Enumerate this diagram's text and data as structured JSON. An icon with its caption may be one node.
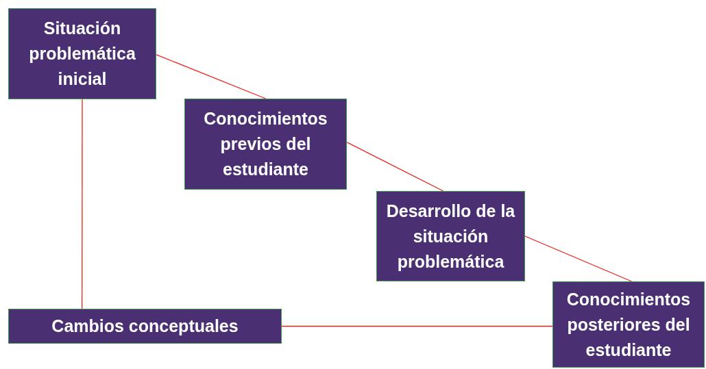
{
  "diagram": {
    "nodes": [
      {
        "text": [
          "Situación problemática inicial"
        ]
      },
      {
        "text": [
          "Conocimientos previos del estudiante"
        ]
      },
      {
        "text": [
          "Desarrollo de la situación problemática"
        ]
      },
      {
        "text": [
          "Conocimientos posteriores del estudiante"
        ]
      },
      {
        "text": [
          "Cambios conceptuales"
        ]
      }
    ],
    "edges": [
      {
        "from": 0,
        "to": 1,
        "arrow": "none"
      },
      {
        "from": 1,
        "to": 2,
        "arrow": "none"
      },
      {
        "from": 2,
        "to": 3,
        "arrow": "none"
      },
      {
        "from": 0,
        "to": 4,
        "arrow": "none"
      },
      {
        "from": 4,
        "to": 3,
        "arrow": "none"
      }
    ]
  }
}
